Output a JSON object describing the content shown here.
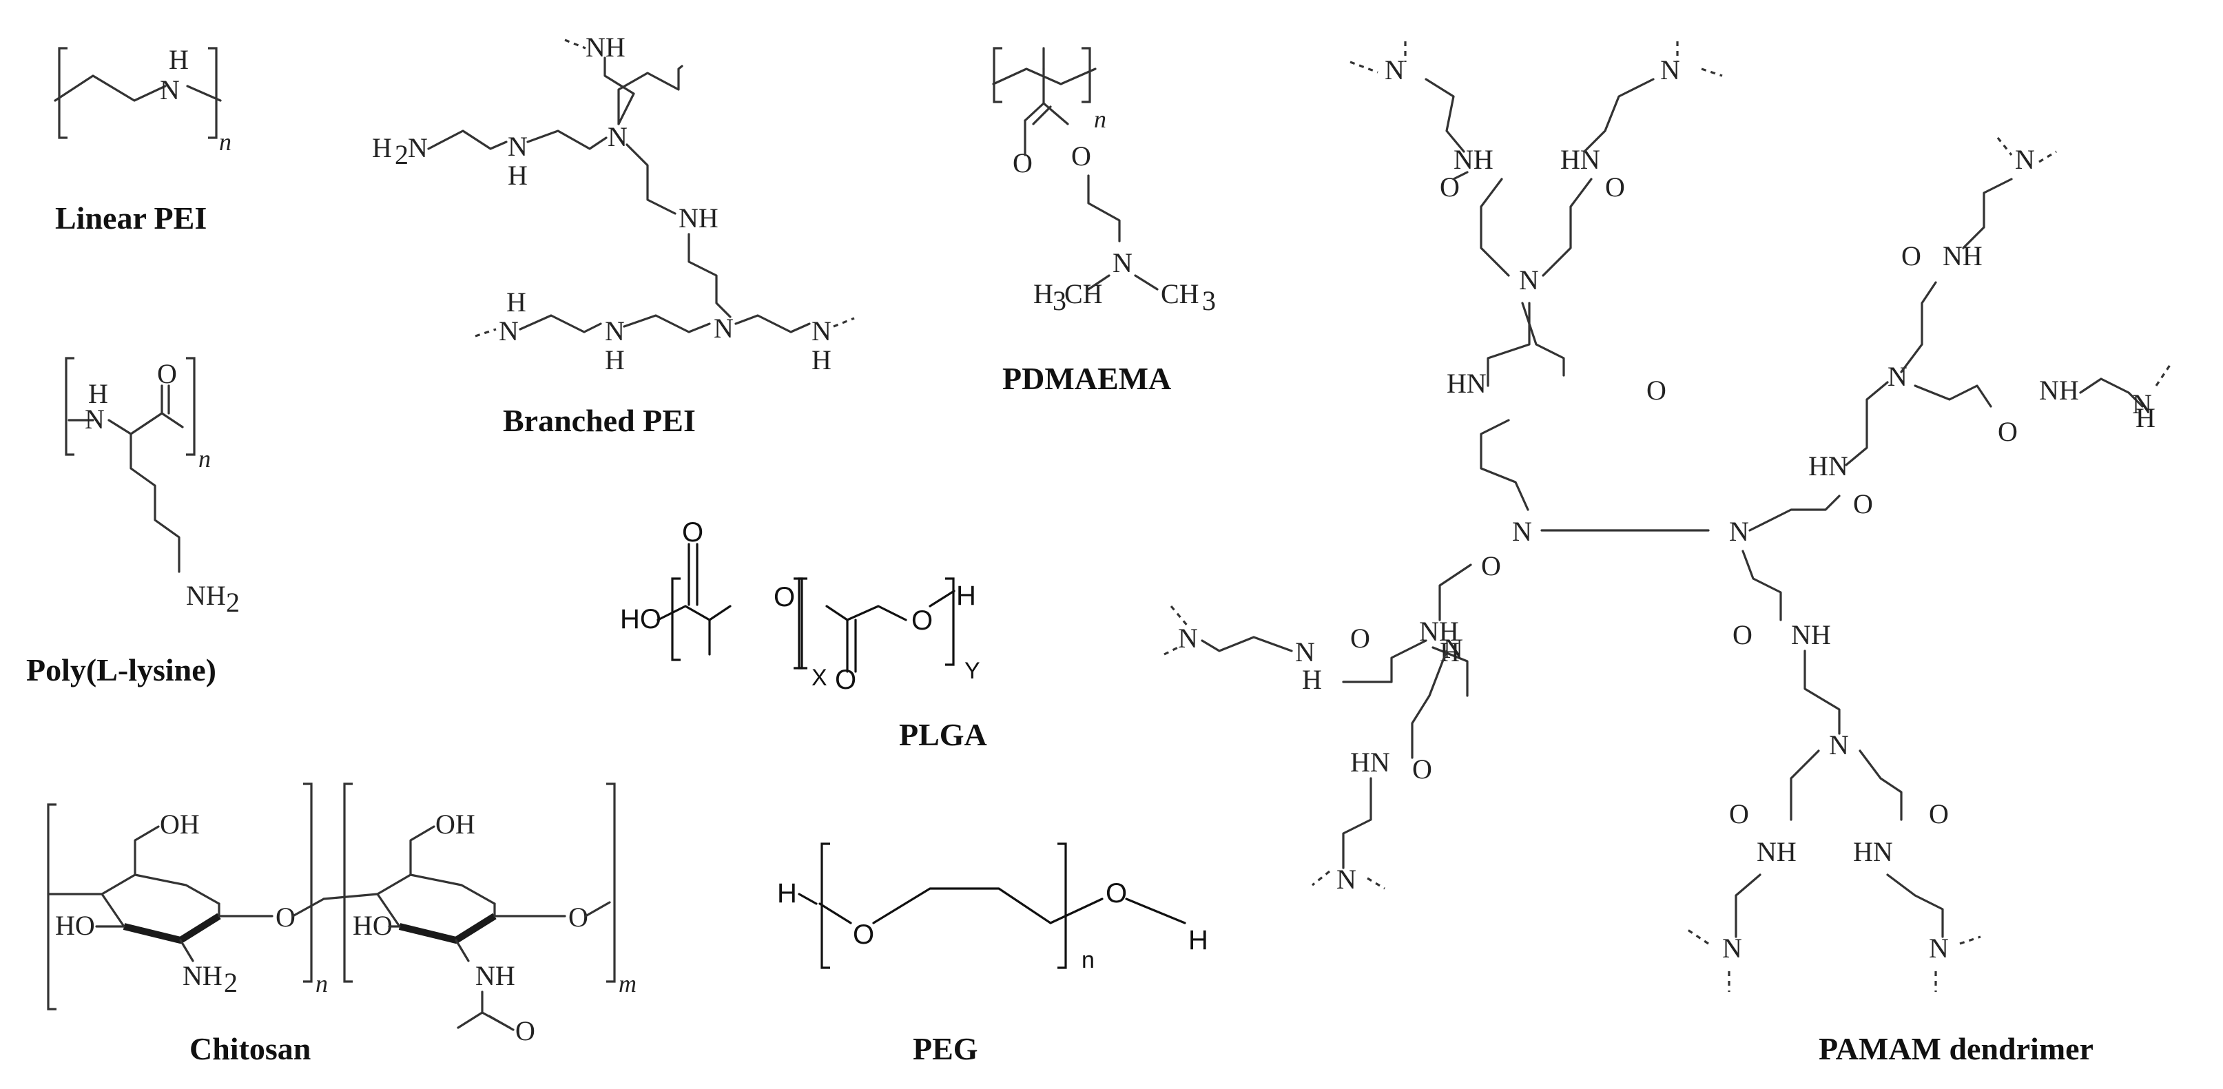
{
  "captions": {
    "linear_pei": "Linear PEI",
    "branched_pei": "Branched PEI",
    "pdmaema": "PDMAEMA",
    "poly_l_lysine": "Poly(L-lysine)",
    "plga": "PLGA",
    "chitosan": "Chitosan",
    "peg": "PEG",
    "pamam": "PAMAM dendrimer"
  },
  "atoms": {
    "nh": "NH",
    "hn": "HN",
    "n": "N",
    "h": "H",
    "o": "O",
    "oh": "OH",
    "ho": "HO",
    "nh2": "NH",
    "h2n": "H",
    "h3c": "H",
    "ch3": "CH",
    "two": "2",
    "three": "3"
  },
  "subscripts": {
    "n": "n",
    "m": "m",
    "x": "X",
    "y": "Y",
    "peg_n": "n"
  }
}
